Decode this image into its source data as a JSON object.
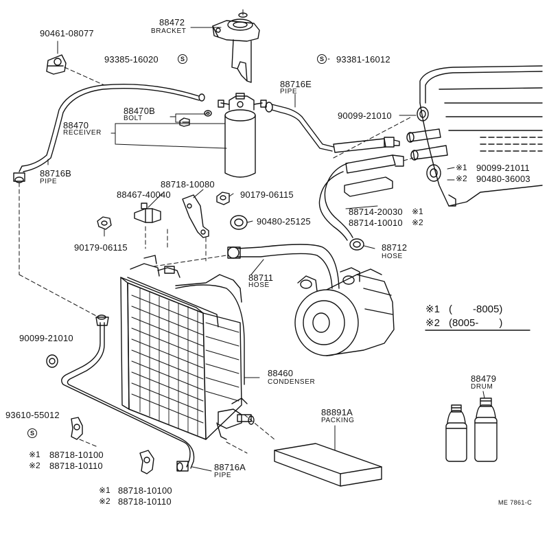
{
  "parts": {
    "p_90461_08077": "90461-08077",
    "p_88472": "88472",
    "p_bracket": "BRACKET",
    "p_93385_16020": "93385-16020",
    "p_93381_16012": "93381-16012",
    "p_88716E": "88716E",
    "p_pipe_e": "PIPE",
    "p_88470B": "88470B",
    "p_bolt": "BOLT",
    "p_88470": "88470",
    "p_receiver": "RECEIVER",
    "p_90099_21010_a": "90099-21010",
    "p_88716B": "88716B",
    "p_pipe_b": "PIPE",
    "p_90099_21011": "90099-21011",
    "p_90480_36003": "90480-36003",
    "p_88718_10080": "88718-10080",
    "p_88467_40040": "88467-40040",
    "p_90179_06115_a": "90179-06115",
    "p_88714_20030": "88714-20030",
    "p_88714_10010": "88714-10010",
    "p_90480_25125": "90480-25125",
    "p_90179_06115_b": "90179-06115",
    "p_88712": "88712",
    "p_hose_12": "HOSE",
    "p_88711": "88711",
    "p_hose_11": "HOSE",
    "p_90099_21010_b": "90099-21010",
    "p_88460": "88460",
    "p_condenser": "CONDENSER",
    "p_88479": "88479",
    "p_drum": "DRUM",
    "p_93610_55012": "93610-55012",
    "p_88891A": "88891A",
    "p_packing": "PACKING",
    "p_88718_10100_a": "88718-10100",
    "p_88718_10110_a": "88718-10110",
    "p_88716A": "88716A",
    "p_pipe_a": "PIPE",
    "p_88718_10100_b": "88718-10100",
    "p_88718_10110_b": "88718-10110"
  },
  "marks": {
    "m1": "※1",
    "m2": "※2",
    "s": "S"
  },
  "legend": {
    "row1_mark": "※1",
    "row1_text": "(　　-8005)",
    "row2_mark": "※2",
    "row2_text": "(8005-　　)"
  },
  "code": "ME 7861-C"
}
